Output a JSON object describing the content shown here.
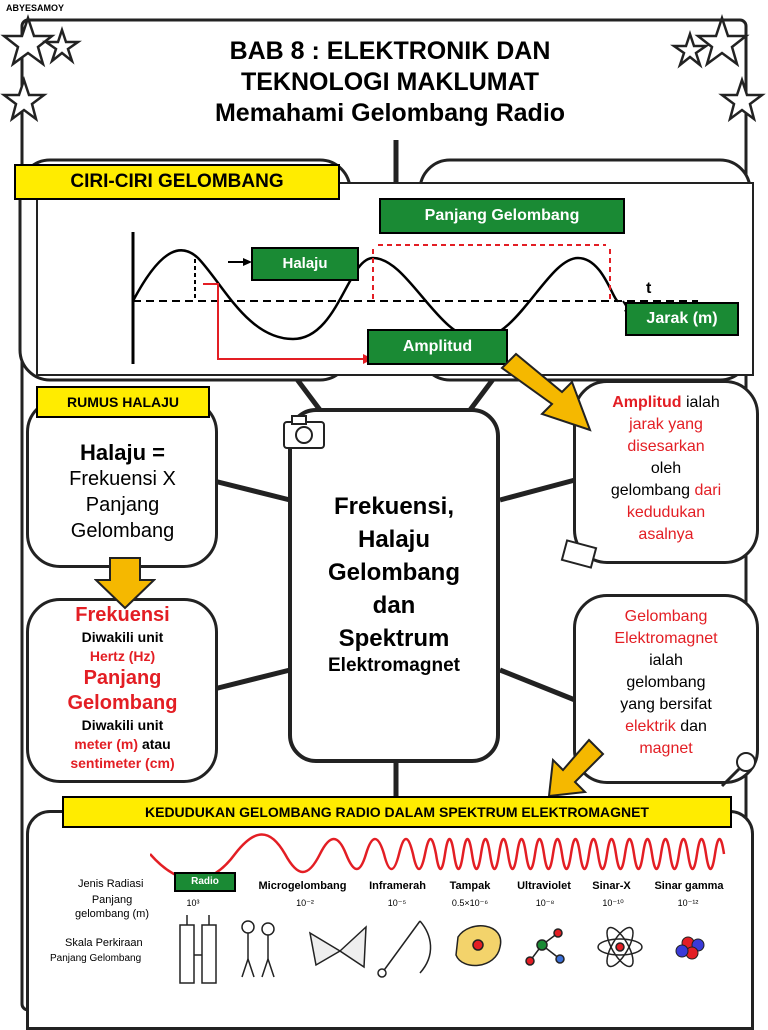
{
  "watermark": "ABYESAMOY",
  "title": {
    "line1": "BAB 8 : ELEKTRONIK DAN",
    "line2": "TEKNOLOGI MAKLUMAT",
    "line3": "Memahami Gelombang Radio"
  },
  "wave": {
    "heading": "CIRI-CIRI GELOMBANG",
    "panjang": "Panjang Gelombang",
    "halaju": "Halaju",
    "amplitud": "Amplitud",
    "jarak": "Jarak (m)",
    "t": "t"
  },
  "rumus": {
    "heading": "RUMUS HALAJU",
    "l1": "Halaju =",
    "l2": "Frekuensi X",
    "l3": "Panjang",
    "l4": "Gelombang"
  },
  "center": {
    "l1": "Frekuensi,",
    "l2": "Halaju",
    "l3": "Gelombang",
    "l4": "dan",
    "l5": "Spektrum",
    "l6": "Elektromagnet"
  },
  "units": {
    "frek": "Frekuensi",
    "frek_unit": "Diwakili unit",
    "frek_hz": "Hertz (Hz)",
    "pg1": "Panjang",
    "pg2": "Gelombang",
    "pg_unit": "Diwakili unit",
    "pg_m": "meter (m)",
    "atau": "atau",
    "pg_cm": "sentimeter (cm)"
  },
  "amp": {
    "a1": "Amplitud",
    "a2": "ialah",
    "a3": "jarak yang",
    "a4": "disesarkan",
    "a5": "oleh",
    "a6": "gelombang",
    "a7": "dari",
    "a8": "kedudukan",
    "a9": "asalnya"
  },
  "em": {
    "e1": "Gelombang",
    "e2": "Elektromagnet",
    "e3": "ialah",
    "e4": "gelombang",
    "e5": "yang bersifat",
    "e6": "elektrik",
    "e7": "dan",
    "e8": "magnet"
  },
  "spectrum": {
    "heading": "KEDUDUKAN GELOMBANG RADIO DALAM SPEKTRUM ELEKTROMAGNET",
    "jenis": "Jenis Radiasi",
    "panjang1": "Panjang",
    "panjang2": "gelombang (m)",
    "skala1": "Skala Perkiraan",
    "skala2": "Panjang Gelombang",
    "radio": "Radio",
    "micro": "Microgelombang",
    "infra": "Inframerah",
    "tampak": "Tampak",
    "uv": "Ultraviolet",
    "xray": "Sinar-X",
    "gamma": "Sinar gamma",
    "v_radio": "10³",
    "v_micro": "10⁻²",
    "v_infra": "10⁻⁵",
    "v_tampak": "0.5×10⁻⁶",
    "v_uv": "10⁻⁸",
    "v_xray": "10⁻¹⁰",
    "v_gamma": "10⁻¹²"
  },
  "colors": {
    "green": "#1a8a34",
    "yellow": "#ffec00",
    "red": "#e31e24",
    "arrow": "#f5b800"
  }
}
